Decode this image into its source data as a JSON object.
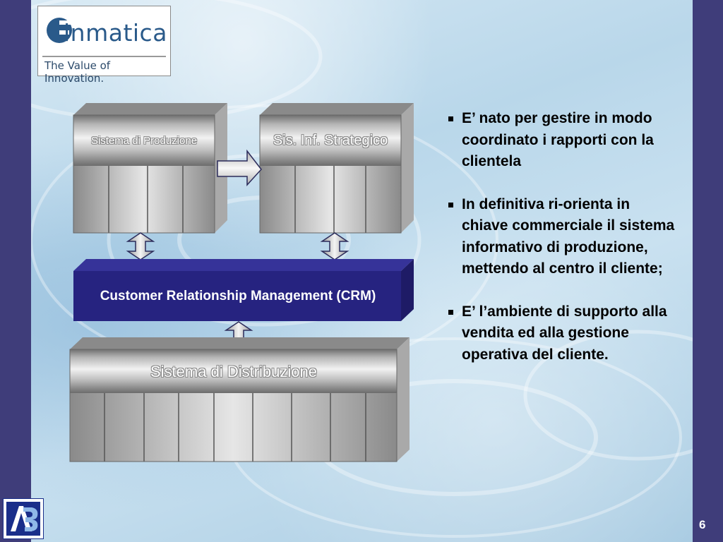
{
  "logo": {
    "brand": "inmatica",
    "brand_initial": "F",
    "tagline": "The Value of Innovation."
  },
  "diagram": {
    "box_produzione": "Sistema di Produzione",
    "box_strategico": "Sis. Inf. Strategico",
    "box_crm": "Customer Relationship Management (CRM)",
    "box_distribuzione": "Sistema di Distribuzione"
  },
  "bullets": [
    "E’ nato per gestire in modo coordinato i rapporti con la clientela",
    "In definitiva ri-orienta in chiave commerciale il sistema informativo di produzione, mettendo al centro il cliente;",
    "E’ l’ambiente di supporto alla vendita ed alla gestione operativa del cliente."
  ],
  "footer": {
    "page_number": "6",
    "logo_text": "AB"
  },
  "colors": {
    "sidebar": "#3f3d7a",
    "crm_box": "#262380",
    "logo_blue": "#2a5a8a"
  }
}
